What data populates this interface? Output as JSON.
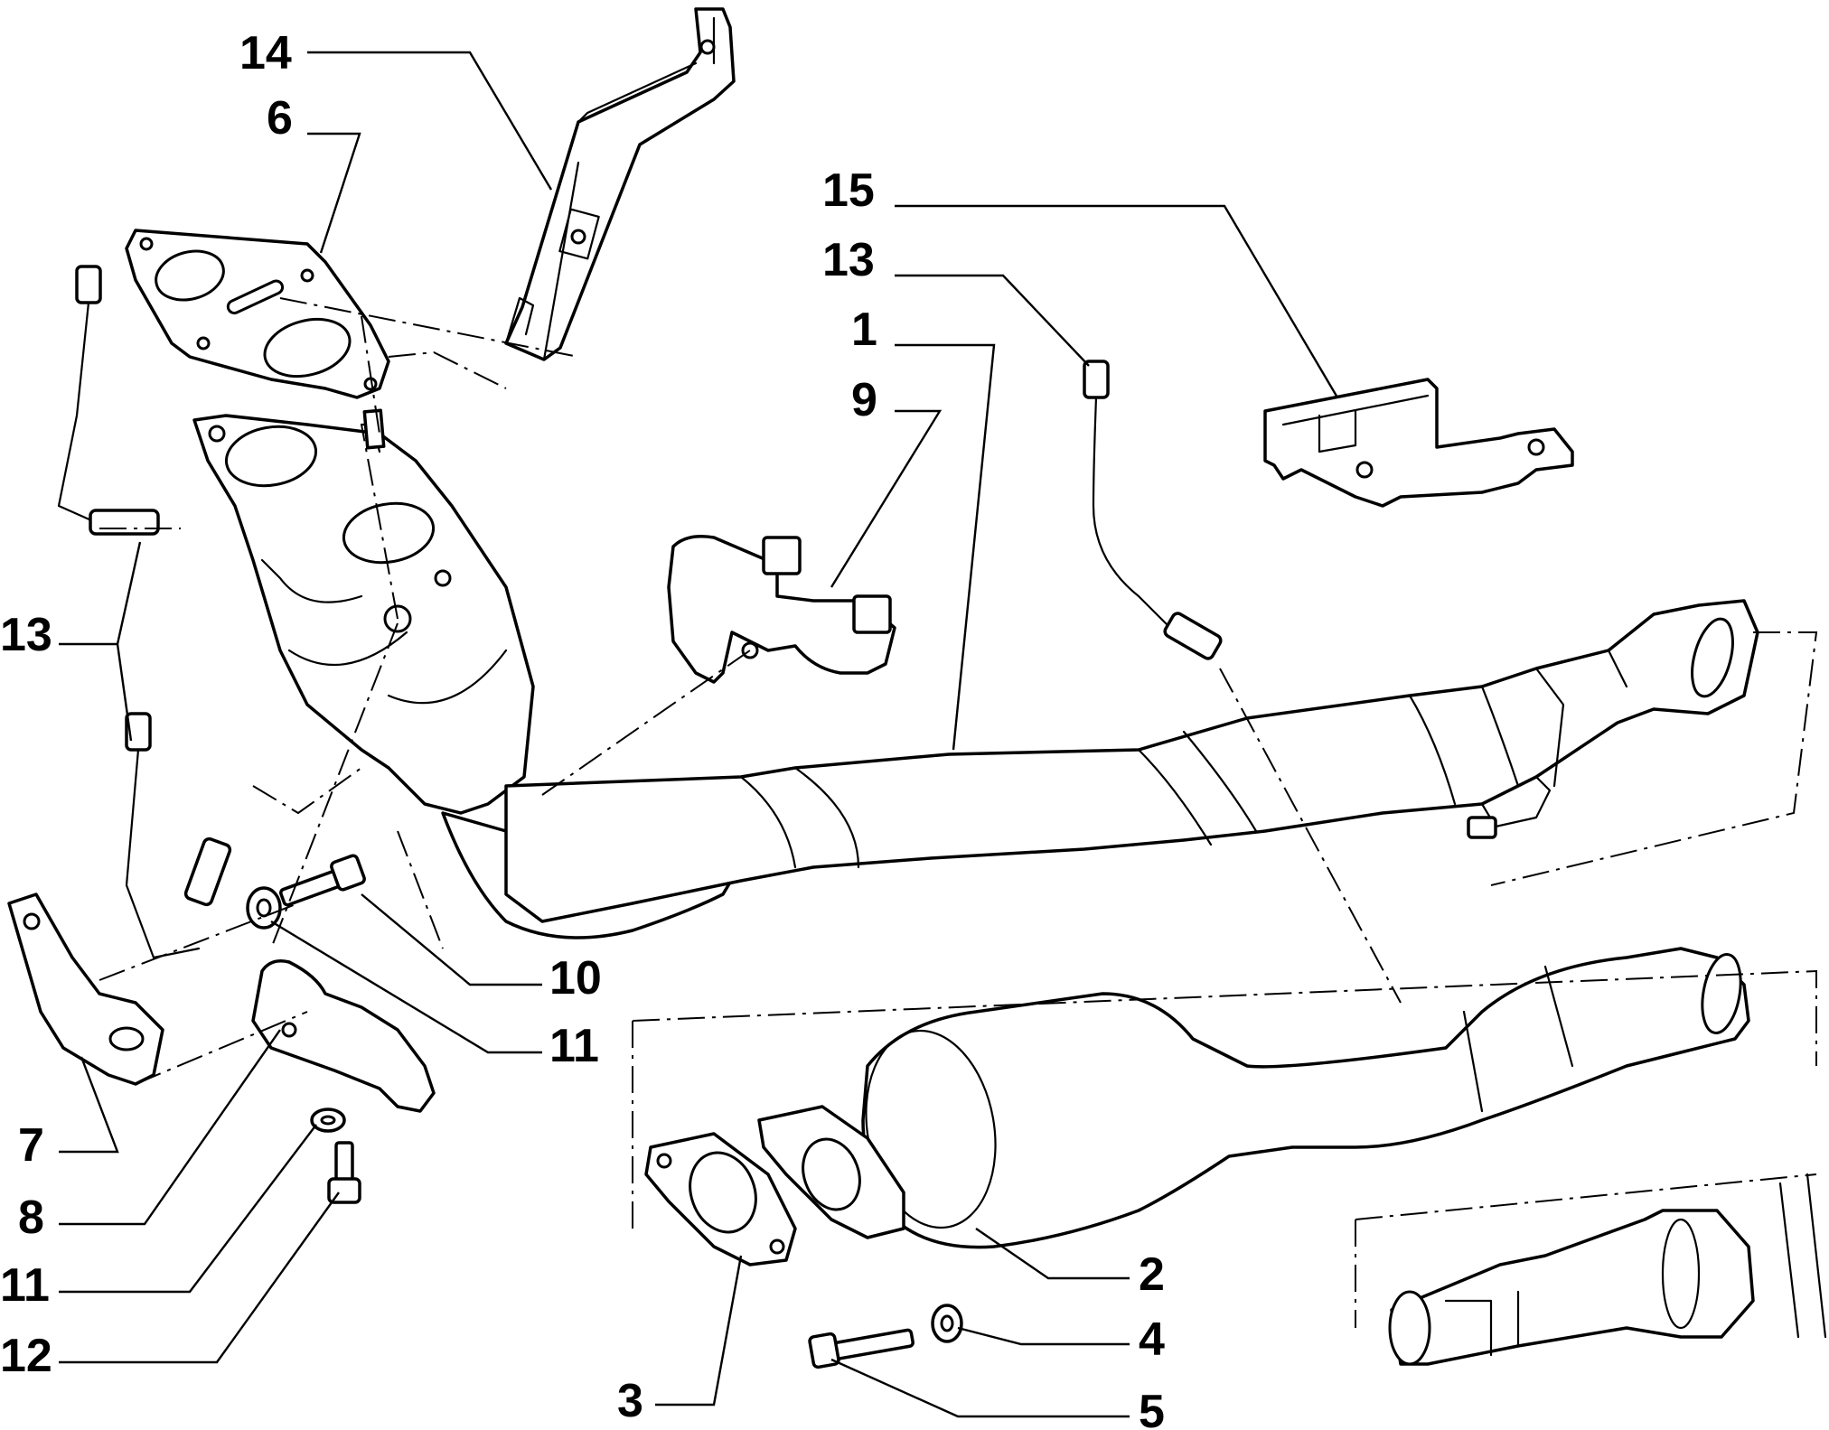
{
  "diagram": {
    "type": "exploded-parts-diagram",
    "line_color": "#000000",
    "background": "#ffffff",
    "callouts": [
      {
        "id": "c14",
        "label": "14"
      },
      {
        "id": "c6",
        "label": "6"
      },
      {
        "id": "c15",
        "label": "15"
      },
      {
        "id": "c13a",
        "label": "13"
      },
      {
        "id": "c1",
        "label": "1"
      },
      {
        "id": "c9",
        "label": "9"
      },
      {
        "id": "c13b",
        "label": "13"
      },
      {
        "id": "c10",
        "label": "10"
      },
      {
        "id": "c11a",
        "label": "11"
      },
      {
        "id": "c7",
        "label": "7"
      },
      {
        "id": "c8",
        "label": "8"
      },
      {
        "id": "c11b",
        "label": "11"
      },
      {
        "id": "c12",
        "label": "12"
      },
      {
        "id": "c2",
        "label": "2"
      },
      {
        "id": "c4",
        "label": "4"
      },
      {
        "id": "c3",
        "label": "3"
      },
      {
        "id": "c5",
        "label": "5"
      }
    ]
  }
}
